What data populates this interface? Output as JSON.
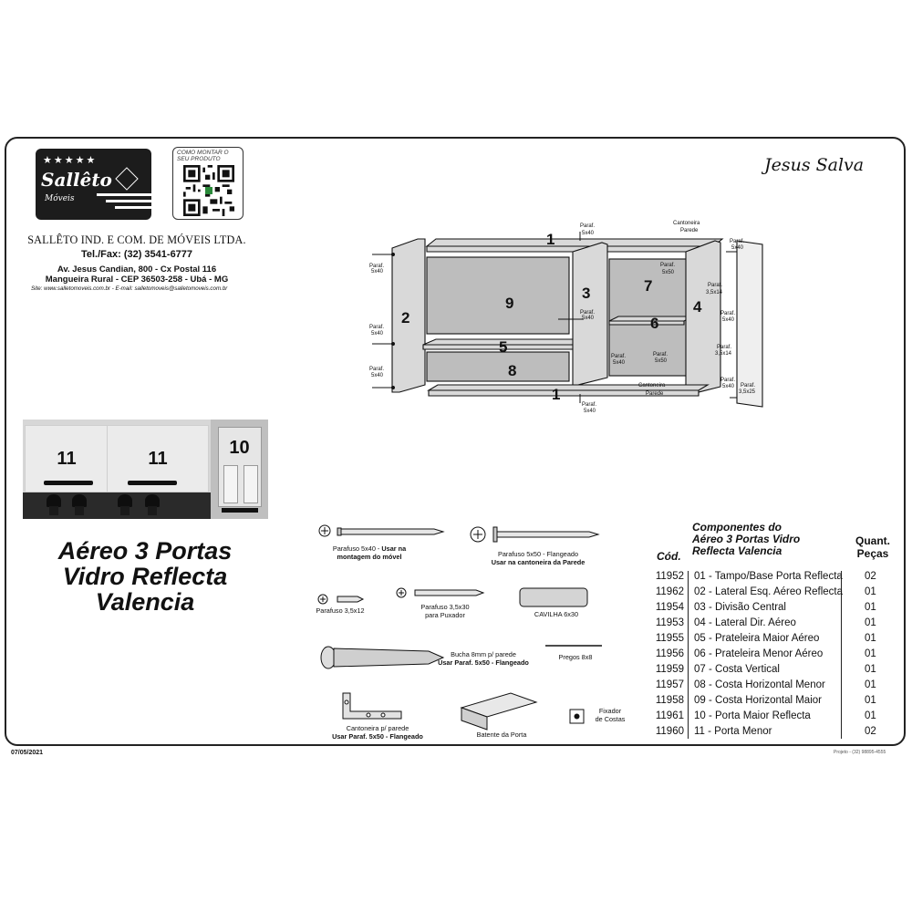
{
  "brand": {
    "name": "Sallêto",
    "sub": "Móveis",
    "stars": "★★★★★"
  },
  "qr_caption": "COMO MONTAR O SEU PRODUTO",
  "signature": "Jesus Salva",
  "company": {
    "name": "SALLÊTO IND. E COM. DE MÓVEIS LTDA.",
    "tel": "Tel./Fax: (32) 3541-6777",
    "addr1": "Av. Jesus Candian, 800 - Cx Postal 116",
    "addr2": "Mangueira Rural - CEP 36503-258 - Ubá - MG",
    "web": "Site: www.salletomoveis.com.br   -   E-mail: salletomoveis@salletomoveis.com.br"
  },
  "diagram": {
    "parts": [
      "1",
      "2",
      "9",
      "3",
      "7",
      "4",
      "6",
      "5",
      "8",
      "1"
    ],
    "labels": {
      "paraf_5x40": "Paraf. 5x40",
      "paraf_5x50": "Paraf. 5x50",
      "paraf_35x14": "Paraf. 3,5x14",
      "paraf_35x25": "Paraf. 3,5x25",
      "cantoneira_parede": "Cantoneira Parede"
    }
  },
  "photo": {
    "door_left": "11",
    "door_mid": "11",
    "door_glass": "10"
  },
  "product_title": [
    "Aéreo 3 Portas",
    "Vidro Reflecta",
    "Valencia"
  ],
  "hardware": {
    "screw_5x40": "Parafuso 5x40 - ",
    "screw_5x40_note": "Usar na",
    "screw_5x40_note2": "montagem do móvel",
    "screw_5x50": "Parafuso 5x50 - Flangeado",
    "screw_5x50_note": "Usar na cantoneira da Parede",
    "screw_35x12": "Parafuso 3,5x12",
    "screw_35x30": "Parafuso 3,5x30",
    "screw_35x30_note": "para Puxador",
    "cavilha": "CAVILHA 6x30",
    "bucha": "Bucha 8mm p/ parede",
    "bucha_note": "Usar Paraf. 5x50 - Flangeado",
    "pregos": "Pregos 8x8",
    "cantoneira": "Cantoneira p/ parede",
    "cantoneira_note": "Usar Paraf. 5x50 - Flangeado",
    "batente": "Batente da Porta",
    "fixador": "Fixador",
    "fixador2": "de Costas"
  },
  "components": {
    "title": [
      "Componentes do",
      "Aéreo 3 Portas Vidro",
      "Reflecta Valencia"
    ],
    "cod_header": "Cód.",
    "quant_header": [
      "Quant.",
      "Peças"
    ],
    "rows": [
      {
        "code": "11952",
        "desc": "01 - Tampo/Base Porta Reflecta",
        "qty": "02"
      },
      {
        "code": "11962",
        "desc": "02 - Lateral Esq. Aéreo Reflecta",
        "qty": "01"
      },
      {
        "code": "11954",
        "desc": "03 - Divisão Central",
        "qty": "01"
      },
      {
        "code": "11953",
        "desc": "04 - Lateral Dir. Aéreo",
        "qty": "01"
      },
      {
        "code": "11955",
        "desc": "05 - Prateleira Maior Aéreo",
        "qty": "01"
      },
      {
        "code": "11956",
        "desc": "06 - Prateleira Menor Aéreo",
        "qty": "01"
      },
      {
        "code": "11959",
        "desc": "07 - Costa Vertical",
        "qty": "01"
      },
      {
        "code": "11957",
        "desc": "08 - Costa Horizontal Menor",
        "qty": "01"
      },
      {
        "code": "11958",
        "desc": "09 - Costa Horizontal Maior",
        "qty": "01"
      },
      {
        "code": "11961",
        "desc": "10 - Porta Maior Reflecta",
        "qty": "01"
      },
      {
        "code": "11960",
        "desc": "11 - Porta Menor",
        "qty": "02"
      }
    ]
  },
  "footer": {
    "date": "07/05/2021",
    "credit": "Projeto - (32) 98895-4555"
  }
}
